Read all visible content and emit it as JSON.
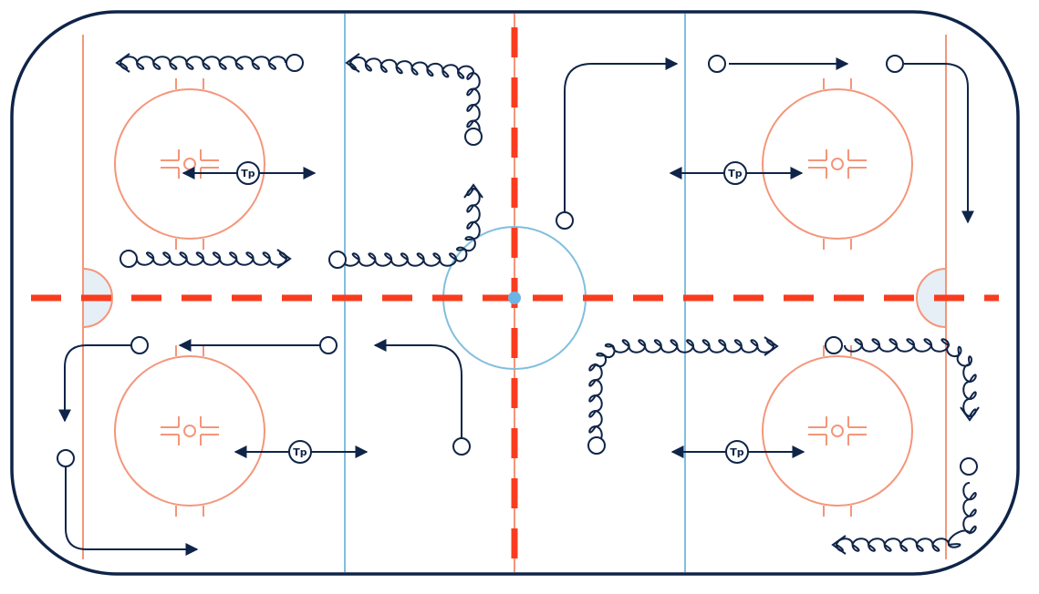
{
  "diagram": {
    "type": "hockey-rink-drill",
    "player_marker_label": "Tp",
    "colors": {
      "boards": "#0f2448",
      "path": "#0f2448",
      "red_line": "#fa3c1e",
      "goal_line": "#f4967a",
      "faceoff": "#f4967a",
      "blue_line": "#82bede",
      "center_circle": "#82bede",
      "center_dot": "#6cb4e4",
      "crease_fill": "#e6eef6"
    },
    "symbols": {
      "skating_path": "solid-arrow",
      "puck_carry_path": "wavy-arrow",
      "player": "open-circle",
      "passer": "circle-with-label"
    }
  }
}
